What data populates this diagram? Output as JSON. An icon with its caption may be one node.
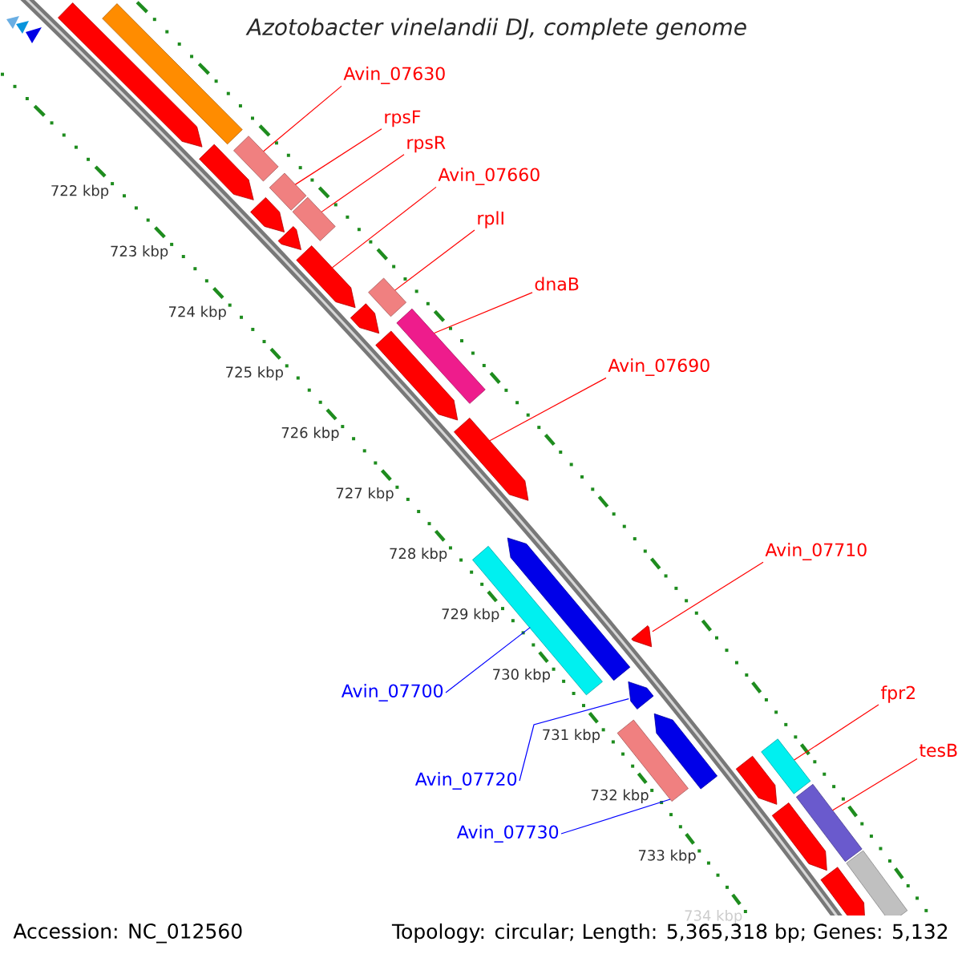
{
  "diagram": {
    "title": "Azotobacter vinelandii DJ, complete genome",
    "nodes": [
      {
        "text": [
          "Avin_07630"
        ]
      },
      {
        "text": [
          "rpsF"
        ]
      },
      {
        "text": [
          "rpsR"
        ]
      },
      {
        "text": [
          "Avin_07660"
        ]
      },
      {
        "text": [
          "rplI"
        ]
      },
      {
        "text": [
          "dnaB"
        ]
      },
      {
        "text": [
          "Avin_07690"
        ]
      },
      {
        "text": [
          "Avin_07710"
        ]
      },
      {
        "text": [
          "fpr2"
        ]
      },
      {
        "text": [
          "Avin_07700"
        ]
      },
      {
        "text": [
          "tesB"
        ]
      },
      {
        "text": [
          "Avin_07720"
        ]
      },
      {
        "text": [
          "Avin_07730"
        ]
      },
      {
        "text": [],
        "shape": "box"
      },
      {
        "text": [],
        "shape": "bar"
      },
      {
        "text": [],
        "shape": "bar"
      },
      {
        "text": [],
        "shape": "box"
      },
      {
        "text": [],
        "shape": "bar"
      },
      {
        "text": [],
        "shape": "box"
      },
      {
        "text": [],
        "shape": "box"
      },
      {
        "text": [],
        "shape": "bar"
      },
      {
        "text": [],
        "shape": "bar"
      },
      {
        "text": [],
        "shape": "box"
      },
      {
        "text": [],
        "shape": "bar"
      },
      {
        "text": [],
        "shape": "box"
      },
      {
        "text": [],
        "shape": "bar"
      },
      {
        "text": [],
        "shape": "bar"
      },
      {
        "text": [],
        "shape": "box"
      },
      {
        "text": [],
        "shape": "bar"
      },
      {
        "text": [],
        "shape": "bar"
      },
      {
        "text": [],
        "shape": "bar"
      },
      {
        "text": [],
        "shape": "box"
      },
      {
        "text": [],
        "shape": "bar"
      },
      {
        "text": [],
        "shape": "bar"
      },
      {
        "text": [],
        "shape": "box"
      },
      {
        "text": [],
        "shape": "bar"
      },
      {
        "text": [],
        "shape": "box"
      },
      {
        "text": [],
        "shape": "bar"
      },
      {
        "text": [],
        "shape": "box"
      }
    ],
    "edges": [
      {
        "from": 0,
        "to": 16,
        "arrow": "none"
      },
      {
        "from": 1,
        "to": 18,
        "arrow": "none"
      },
      {
        "from": 2,
        "to": 19,
        "arrow": "none"
      },
      {
        "from": 3,
        "to": 21,
        "arrow": "none"
      },
      {
        "from": 4,
        "to": 22,
        "arrow": "none"
      },
      {
        "from": 5,
        "to": 24,
        "arrow": "none"
      },
      {
        "from": 6,
        "to": 26,
        "arrow": "none"
      },
      {
        "from": 7,
        "to": 29,
        "arrow": "none"
      },
      {
        "from": 8,
        "to": 34,
        "arrow": "none"
      },
      {
        "from": 9,
        "to": 27,
        "arrow": "none",
        "color": "#0000ff"
      },
      {
        "from": 10,
        "to": 36,
        "arrow": "none"
      },
      {
        "from": 11,
        "to": 30,
        "arrow": "none",
        "color": "#0000ff"
      },
      {
        "from": 12,
        "to": 31,
        "arrow": "none",
        "color": "#0000ff"
      }
    ],
    "labels": [
      "722 kbp",
      "723 kbp",
      "724 kbp",
      "725 kbp",
      "726 kbp",
      "727 kbp",
      "728 kbp",
      "729 kbp",
      "730 kbp",
      "731 kbp",
      "732 kbp",
      "733 kbp",
      "734 kbp",
      "Accession: NC_012560",
      "Topology: circular; Length: 5,365,318 bp; Genes: 5,132"
    ]
  }
}
